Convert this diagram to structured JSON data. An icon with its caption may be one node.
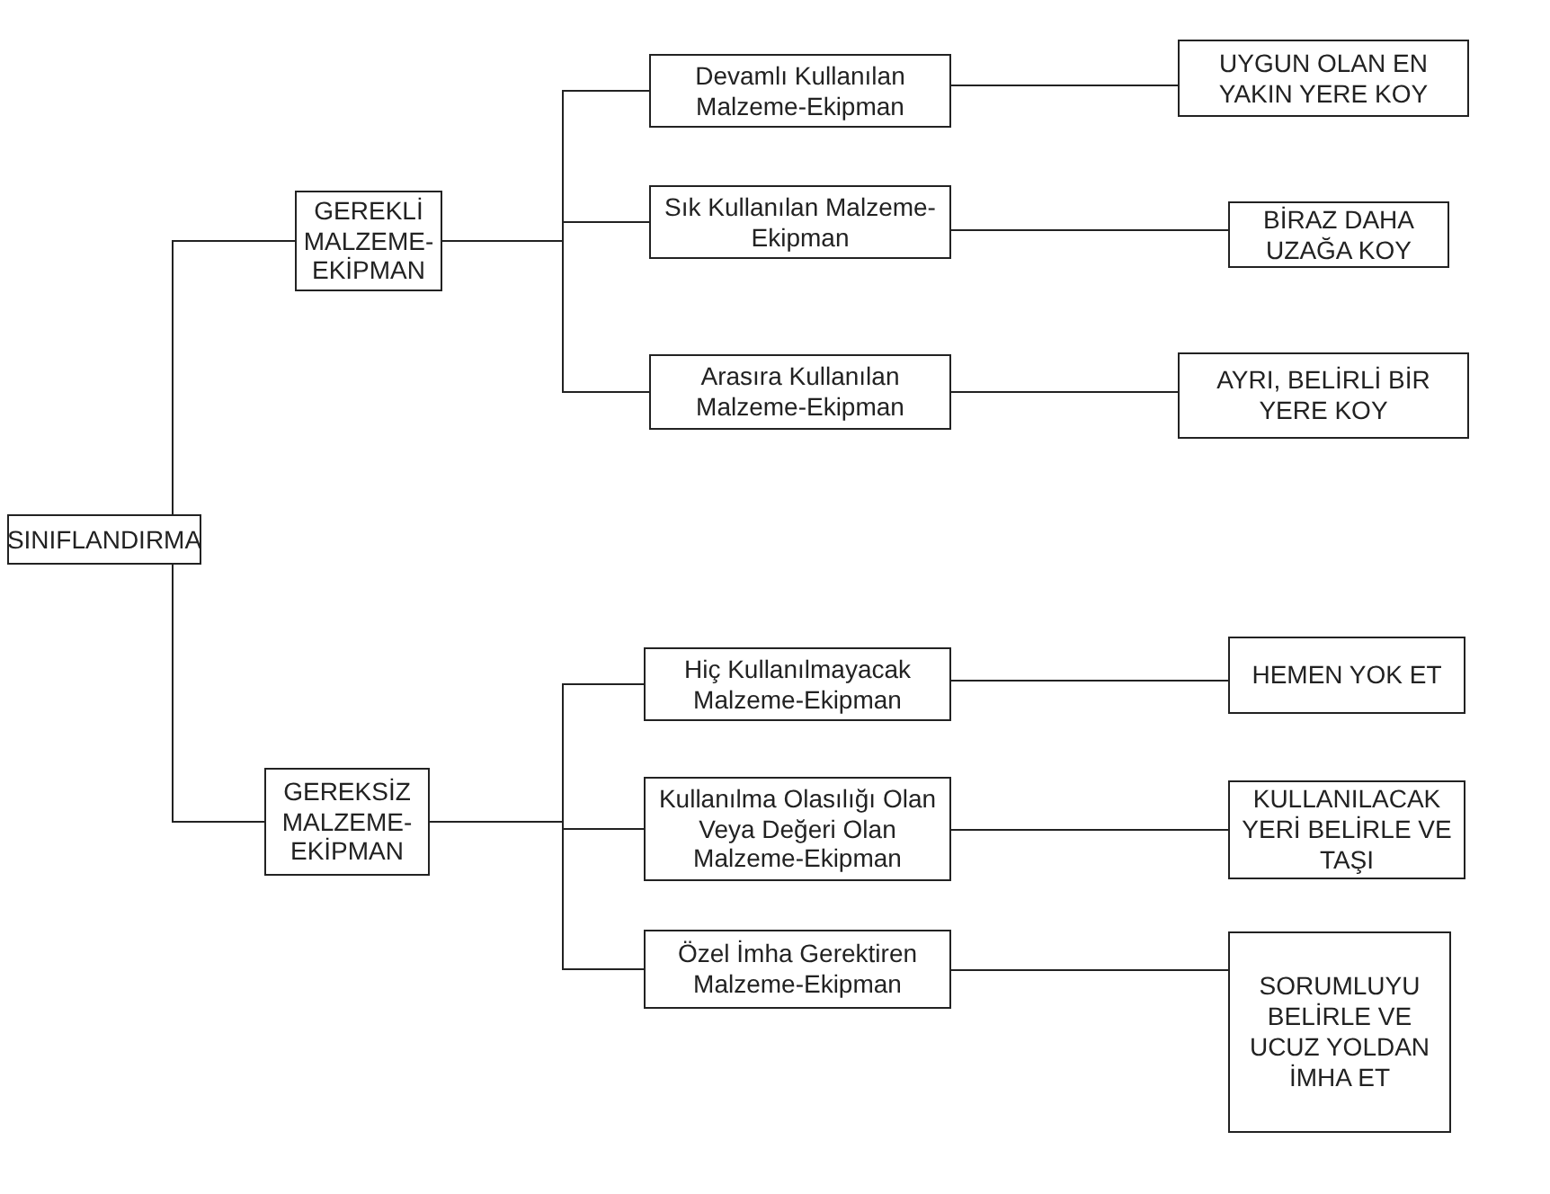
{
  "diagram": {
    "nodes": [
      {
        "text": [
          "SINIFLANDIRMA"
        ]
      },
      {
        "text": [
          "GEREKLİ MALZEME-EKİPMAN"
        ]
      },
      {
        "text": [
          "GEREKSİZ MALZEME-EKİPMAN"
        ]
      },
      {
        "text": [
          "Devamlı Kullanılan Malzeme-Ekipman"
        ]
      },
      {
        "text": [
          "Sık Kullanılan Malzeme-Ekipman"
        ]
      },
      {
        "text": [
          "Arasıra Kullanılan Malzeme-Ekipman"
        ]
      },
      {
        "text": [
          "Hiç Kullanılmayacak Malzeme-Ekipman"
        ]
      },
      {
        "text": [
          "Kullanılma Olasılığı Olan Veya Değeri Olan Malzeme-Ekipman"
        ]
      },
      {
        "text": [
          "Özel İmha Gerektiren Malzeme-Ekipman"
        ]
      },
      {
        "text": [
          "UYGUN OLAN EN YAKIN YERE KOY"
        ]
      },
      {
        "text": [
          "BİRAZ DAHA UZAĞA KOY"
        ]
      },
      {
        "text": [
          "AYRI, BELİRLİ BİR YERE KOY"
        ]
      },
      {
        "text": [
          "HEMEN YOK ET"
        ]
      },
      {
        "text": [
          "KULLANILACAK YERİ BELİRLE VE TAŞI"
        ]
      },
      {
        "text": [
          "SORUMLUYU BELİRLE VE UCUZ YOLDAN İMHA ET"
        ]
      }
    ],
    "edges": [
      {
        "from": 0,
        "to": 1,
        "arrow": "none"
      },
      {
        "from": 0,
        "to": 2,
        "arrow": "none"
      },
      {
        "from": 1,
        "to": 3,
        "arrow": "none"
      },
      {
        "from": 1,
        "to": 4,
        "arrow": "none"
      },
      {
        "from": 1,
        "to": 5,
        "arrow": "none"
      },
      {
        "from": 2,
        "to": 6,
        "arrow": "none"
      },
      {
        "from": 2,
        "to": 7,
        "arrow": "none"
      },
      {
        "from": 2,
        "to": 8,
        "arrow": "none"
      },
      {
        "from": 3,
        "to": 9,
        "arrow": "none"
      },
      {
        "from": 4,
        "to": 10,
        "arrow": "none"
      },
      {
        "from": 5,
        "to": 11,
        "arrow": "none"
      },
      {
        "from": 6,
        "to": 12,
        "arrow": "none"
      },
      {
        "from": 7,
        "to": 13,
        "arrow": "none"
      },
      {
        "from": 8,
        "to": 14,
        "arrow": "none"
      }
    ]
  }
}
